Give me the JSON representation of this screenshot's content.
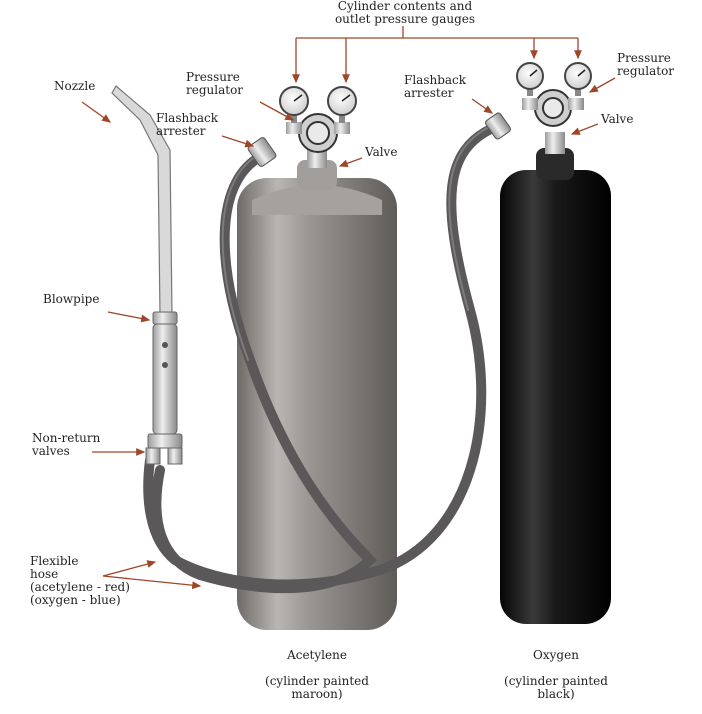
{
  "labels": {
    "gauges_heading": "Cylinder contents and\noutlet pressure gauges",
    "nozzle": "Nozzle",
    "pressure_regulator_left": "Pressure\nregulator",
    "flashback_arrester_left": "Flashback\narrester",
    "valve_left": "Valve",
    "flashback_arrester_right": "Flashback\narrester",
    "pressure_regulator_right": "Pressure\nregulator",
    "valve_right": "Valve",
    "blowpipe": "Blowpipe",
    "non_return_valves": "Non-return\nvalves",
    "flexible_hose": "Flexible\nhose\n(acetylene - red)\n(oxygen - blue)",
    "acetylene_name": "Acetylene",
    "acetylene_note": "(cylinder painted\nmaroon)",
    "oxygen_name": "Oxygen",
    "oxygen_note": "(cylinder painted\nblack)"
  },
  "colors": {
    "acetylene_cylinder": "#8f8b88",
    "oxygen_cylinder": "#141414",
    "hose": "#5a5858",
    "leader_arrow": "#a04628",
    "metal": "#c8c8c8"
  },
  "icons": {
    "gauge": "gauge-icon",
    "regulator": "regulator-icon",
    "blowpipe": "blowpipe-icon"
  }
}
